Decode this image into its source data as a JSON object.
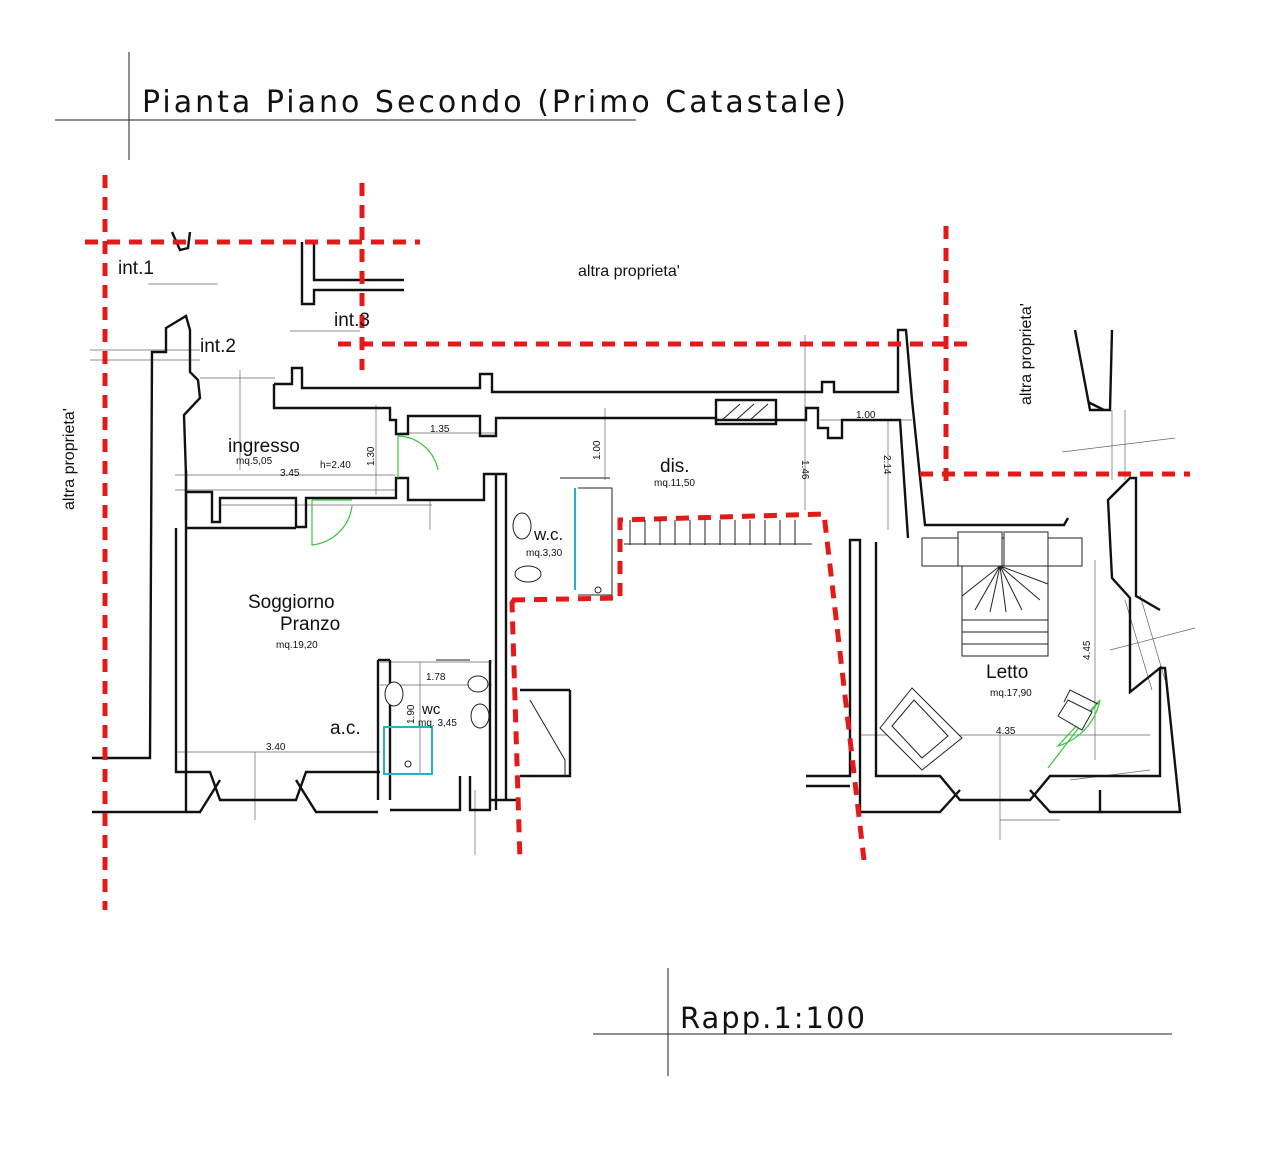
{
  "title": "Pianta  Piano  Secondo (Primo Catastale)",
  "scale": "Rapp.1:100",
  "labels": {
    "int1": "int.1",
    "int2": "int.2",
    "int3": "int.3",
    "altra_top": "altra proprieta'",
    "altra_left": "altra proprieta'",
    "altra_right": "altra proprieta'"
  },
  "rooms": {
    "ingresso": {
      "name": "ingresso",
      "area": "mq.5,05",
      "height": "h=2.40"
    },
    "soggiorno": {
      "name1": "Soggiorno",
      "name2": "Pranzo",
      "area": "mq.19,20"
    },
    "dis": {
      "name": "dis.",
      "area": "mq.11,50"
    },
    "wc1": {
      "name": "w.c.",
      "area": "mq.3,30"
    },
    "wc2": {
      "name": "wc",
      "area": "mq. 3,45"
    },
    "ac": {
      "name": "a.c."
    },
    "letto": {
      "name": "Letto",
      "area": "mq.17,90"
    }
  },
  "dims": {
    "d135": "1.35",
    "d130": "1.30",
    "d345": "3.45",
    "d100a": "1.00",
    "d146": "1.46",
    "d214": "2.14",
    "d100b": "1.00",
    "d178": "1.78",
    "d190": "1.90",
    "d340": "3.40",
    "d435": "4.35",
    "d445": "4.45"
  },
  "colors": {
    "boundary": "#e41a1a",
    "door_swing": "#37c43a",
    "fixture_outline": "#21b3c7",
    "wall": "#111111"
  }
}
